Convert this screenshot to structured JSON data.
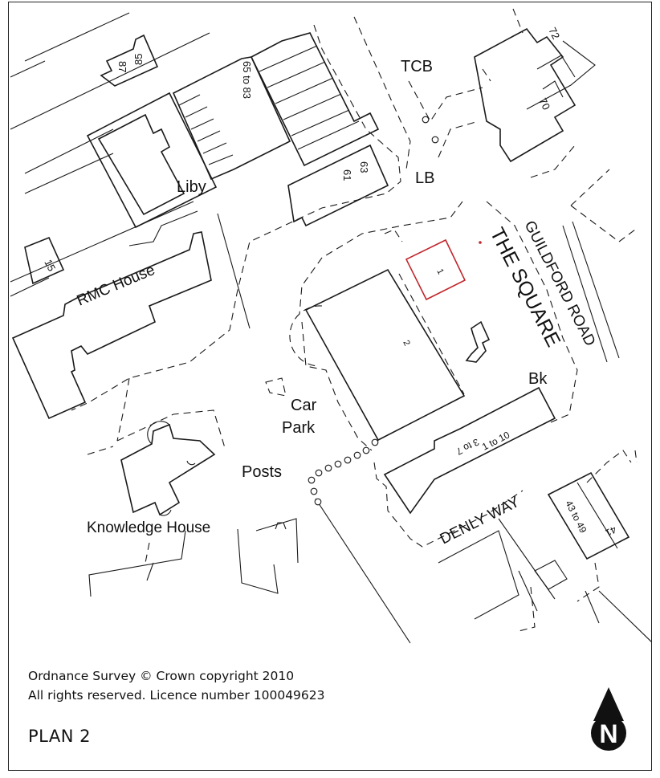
{
  "footer": {
    "copyright_line_1": "Ordnance Survey © Crown copyright 2010",
    "copyright_line_2": "All rights reserved. Licence number 100049623",
    "plan_title": "PLAN 2"
  },
  "north_arrow": {
    "letter": "N",
    "icon": "north-arrow-icon"
  },
  "labels": {
    "road_the_square": "THE SQUARE",
    "road_guildford": "GUILDFORD ROAD",
    "road_denly_way": "DENLY WAY",
    "tcb": "TCB",
    "lb": "LB",
    "liby": "Liby",
    "rmc_house": "RMC House",
    "car": "Car",
    "park": "Park",
    "posts": "Posts",
    "knowledge_house": "Knowledge House",
    "bk": "Bk"
  },
  "house_numbers": {
    "n87": "87",
    "n85": "85",
    "n65_83": "65 to 83",
    "n61": "61",
    "n63": "63",
    "n72": "72",
    "n70": "70",
    "n15": "15",
    "n1": "1",
    "n2": "2",
    "n3_7": "3 to 7",
    "n1_10": "1 to 10",
    "n43_49": "43 to 49",
    "n41": "41"
  },
  "colors": {
    "highlight_plot": "#c0282d",
    "line": "#1a1a1a",
    "background": "#ffffff"
  }
}
